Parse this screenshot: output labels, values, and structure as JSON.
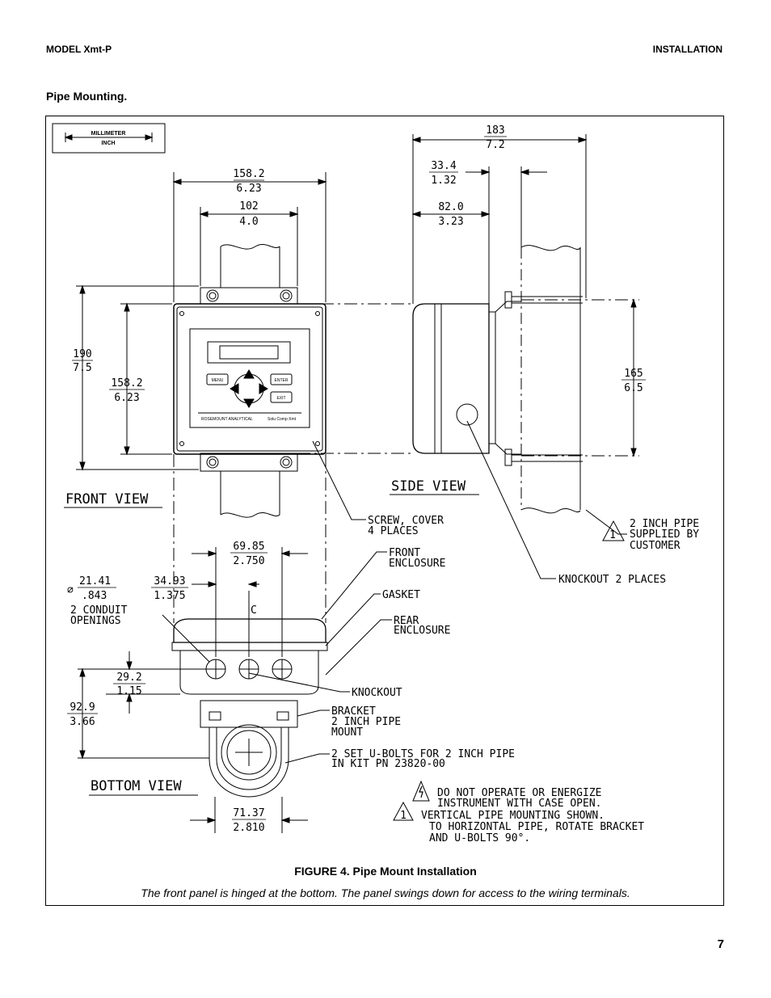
{
  "header": {
    "left": "MODEL Xmt-P",
    "right": "INSTALLATION"
  },
  "section_title": "Pipe Mounting.",
  "figure": {
    "legend": {
      "top": "MILLIMETER",
      "bottom": "INCH"
    },
    "dims": {
      "d1": "158.2",
      "d1b": "6.23",
      "d2": "102",
      "d2b": "4.0",
      "d3": "190",
      "d3b": "7.5",
      "d4": "158.2",
      "d4b": "6.23",
      "d5": "183",
      "d5b": "7.2",
      "d6": "33.4",
      "d6b": "1.32",
      "d7": "82.0",
      "d7b": "3.23",
      "d8": "165",
      "d8b": "6.5",
      "d9": "69.85",
      "d9b": "2.750",
      "d10": "21.41",
      "d10b": ".843",
      "d11": "34.93",
      "d11b": "1.375",
      "d12": "29.2",
      "d12b": "1.15",
      "d13": "92.9",
      "d13b": "3.66",
      "d14": "71.37",
      "d14b": "2.810"
    },
    "views": {
      "front": "FRONT VIEW",
      "side": "SIDE VIEW",
      "bottom": "BOTTOM VIEW"
    },
    "panel": {
      "menu": "MENU",
      "enter": "ENTER",
      "exit": "EXIT",
      "brand": "ROSEMOUNT ANALYTICAL",
      "sub": "Solu Comp Xmt"
    },
    "callouts": {
      "screw1": "SCREW, COVER",
      "screw2": "4 PLACES",
      "conduit1": "2 CONDUIT",
      "conduit2": "OPENINGS",
      "front1": "FRONT",
      "front2": "ENCLOSURE",
      "gasket": "GASKET",
      "rear1": "REAR",
      "rear2": "ENCLOSURE",
      "knockout": "KNOCKOUT",
      "bracket1": "BRACKET",
      "bracket2": "2 INCH PIPE",
      "bracket3": "MOUNT",
      "ubolt1": "2 SET U-BOLTS FOR 2 INCH PIPE",
      "ubolt2": "IN KIT PN 23820-00",
      "pipe1": "2 INCH PIPE",
      "pipe2": "SUPPLIED BY",
      "pipe3": "CUSTOMER",
      "ko2": "KNOCKOUT 2 PLACES",
      "cl": "C",
      "note1a": "DO NOT OPERATE OR ENERGIZE",
      "note1b": "INSTRUMENT WITH CASE OPEN.",
      "note2a": "VERTICAL PIPE MOUNTING SHOWN.",
      "note2b": "TO HORIZONTAL PIPE, ROTATE BRACKET",
      "note2c": "AND U-BOLTS 90°.",
      "n1": "1"
    },
    "caption": "FIGURE 4. Pipe Mount Installation",
    "note": "The front panel is hinged at the bottom. The panel swings down for access to the wiring terminals."
  },
  "page_number": "7"
}
